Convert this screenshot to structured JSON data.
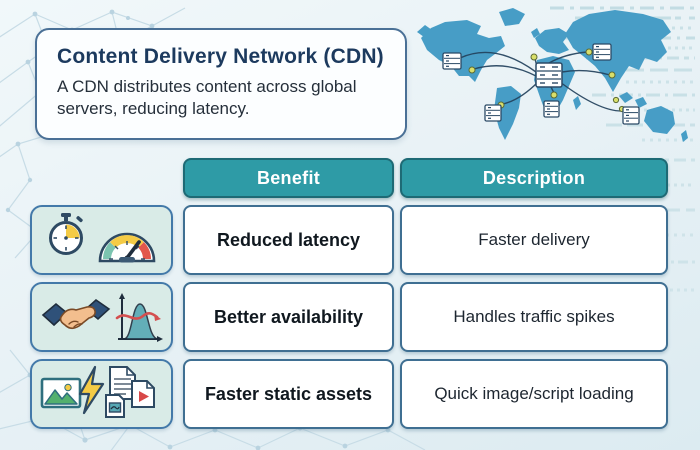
{
  "title_card": {
    "title": "Content Delivery Network (CDN)",
    "subtitle": "A CDN distributes content across global servers, reducing latency."
  },
  "map": {
    "label": "world-cdn-network-map",
    "description": "World map with edge servers and yellow nodes linked by arcs to a central origin server",
    "colors": {
      "land": "#479dc6",
      "node_dot": "#d9df6b",
      "link_line": "#23425d",
      "server_fill": "#ffffff",
      "server_stroke": "#2b4a66"
    }
  },
  "table": {
    "headers": [
      "Benefit",
      "Description"
    ],
    "rows": [
      {
        "icon": "stopwatch-and-speedometer",
        "benefit": "Reduced latency",
        "description": "Faster delivery"
      },
      {
        "icon": "handshake-and-bell-curve",
        "benefit": "Better availability",
        "description": "Handles traffic spikes"
      },
      {
        "icon": "lightning-image-and-files",
        "benefit": "Faster static assets",
        "description": "Quick image/script loading"
      }
    ]
  },
  "colors": {
    "header_bg": "#2e9ba6",
    "header_border": "#1e6a75",
    "header_text": "#ffffff",
    "cell_border": "#3f6f92",
    "cell_bg": "#ffffff",
    "icon_tile_bg": "#d9ebe7",
    "icon_tile_border": "#4379a9",
    "card_border": "#4a7096",
    "title_text": "#1c3a5e",
    "body_text": "#252f3a",
    "background": "#e9f2f6",
    "mesh_pattern": "#c7dce6",
    "dash_pattern": "#bcd9e0"
  }
}
